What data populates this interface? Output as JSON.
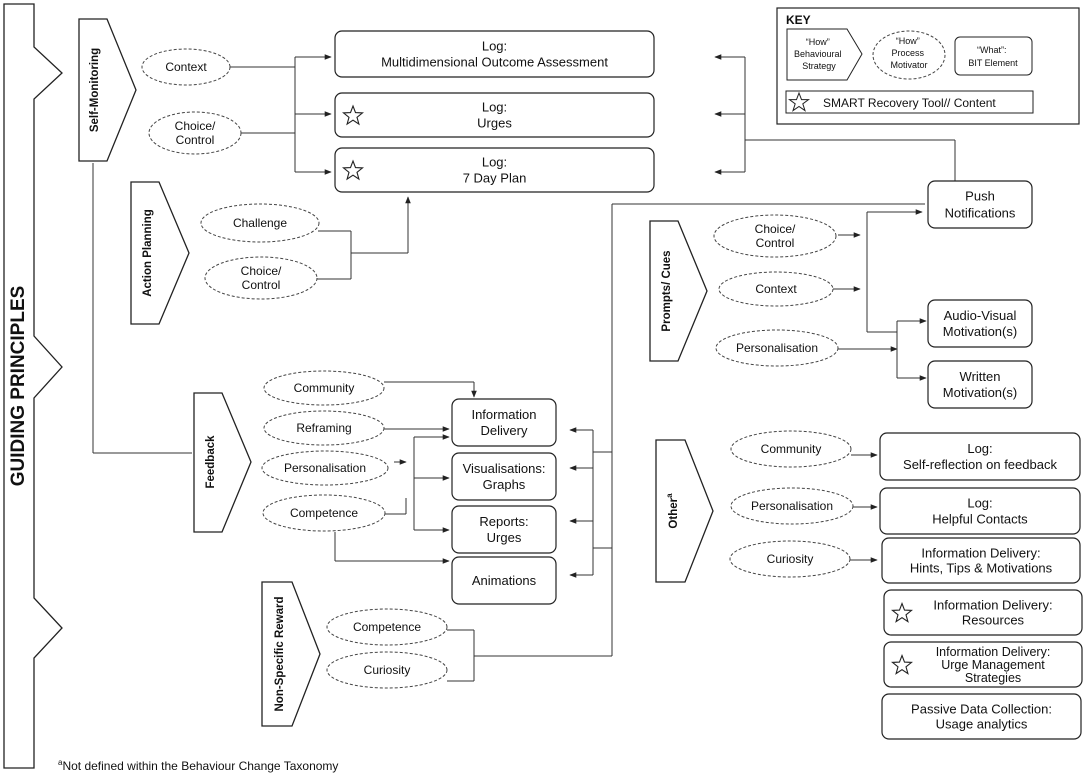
{
  "guiding_principles": "GUIDING PRINCIPLES",
  "key": {
    "title": "KEY",
    "strategy": [
      "“How”",
      "Behavioural",
      "Strategy"
    ],
    "motivator": [
      "“How”",
      "Process",
      "Motivator"
    ],
    "element": [
      "“What”:",
      "BIT Element"
    ],
    "smart": "SMART Recovery Tool// Content"
  },
  "strategies": {
    "self_monitoring": "Self-Monitoring",
    "action_planning": "Action Planning",
    "feedback": "Feedback",
    "non_specific_reward": "Non-Specific Reward",
    "prompts_cues": "Prompts/ Cues",
    "other": "Other"
  },
  "other_superscript": "a",
  "motivators": {
    "sm_context": [
      "Context"
    ],
    "sm_choice": [
      "Choice/",
      "Control"
    ],
    "ap_challenge": [
      "Challenge"
    ],
    "ap_choice": [
      "Choice/",
      "Control"
    ],
    "fb_community": [
      "Community"
    ],
    "fb_reframing": [
      "Reframing"
    ],
    "fb_personalisation": [
      "Personalisation"
    ],
    "fb_competence": [
      "Competence"
    ],
    "nsr_competence": [
      "Competence"
    ],
    "nsr_curiosity": [
      "Curiosity"
    ],
    "pc_choice": [
      "Choice/",
      "Control"
    ],
    "pc_context": [
      "Context"
    ],
    "pc_personalisation": [
      "Personalisation"
    ],
    "ot_community": [
      "Community"
    ],
    "ot_personalisation": [
      "Personalisation"
    ],
    "ot_curiosity": [
      "Curiosity"
    ]
  },
  "elements": {
    "log_multi": [
      "Log:",
      "Multidimensional Outcome Assessment"
    ],
    "log_urges": [
      "Log:",
      "Urges"
    ],
    "log_7day": [
      "Log:",
      "7 Day Plan"
    ],
    "push": [
      "Push",
      "Notifications"
    ],
    "info_delivery": [
      "Information",
      "Delivery"
    ],
    "visualisations": [
      "Visualisations:",
      "Graphs"
    ],
    "reports": [
      "Reports:",
      "Urges"
    ],
    "animations": [
      "Animations"
    ],
    "audio_visual": [
      "Audio-Visual",
      "Motivation(s)"
    ],
    "written": [
      "Written",
      "Motivation(s)"
    ],
    "self_reflection": [
      "Log:",
      "Self-reflection on feedback"
    ],
    "helpful_contacts": [
      "Log:",
      "Helpful Contacts"
    ],
    "hints": [
      "Information Delivery:",
      "Hints, Tips & Motivations"
    ],
    "resources": [
      "Information Delivery:",
      "Resources"
    ],
    "urge_mgmt": [
      "Information Delivery:",
      "Urge Management",
      "Strategies"
    ],
    "passive": [
      "Passive Data Collection:",
      "Usage analytics"
    ]
  },
  "footnote_marker": "a",
  "footnote": "Not defined within the Behaviour Change Taxonomy"
}
